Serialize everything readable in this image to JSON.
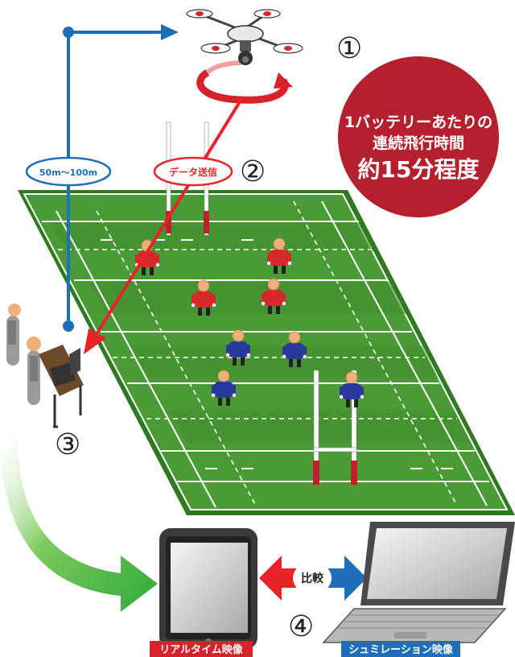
{
  "steps": {
    "s1": "①",
    "s2": "②",
    "s3": "③",
    "s4": "④"
  },
  "altitude_label": "50m～100m",
  "data_transfer_label": "データ送信",
  "battery_callout": {
    "line1": "1バッテリーあたりの",
    "line2": "連続飛行時間",
    "line3": "約15分程度"
  },
  "compare_label": "比較",
  "captions": {
    "realtime": "リアルタイム映像",
    "simulation": "シュミレーション映像"
  },
  "colors": {
    "field": "#3f8f2e",
    "field_dark": "#2f7a21",
    "callout_red": "#b5202e",
    "blue_line": "#1f6fb8",
    "red_arrow": "#e8242a",
    "team_red": "#d62a2a",
    "team_blue": "#2a3a9c",
    "caption_red": "#d6222a",
    "caption_blue": "#1f6fb8"
  },
  "icons": [
    "drone-icon",
    "tablet-icon",
    "laptop-icon",
    "person-icon",
    "rugby-goal-icon"
  ]
}
